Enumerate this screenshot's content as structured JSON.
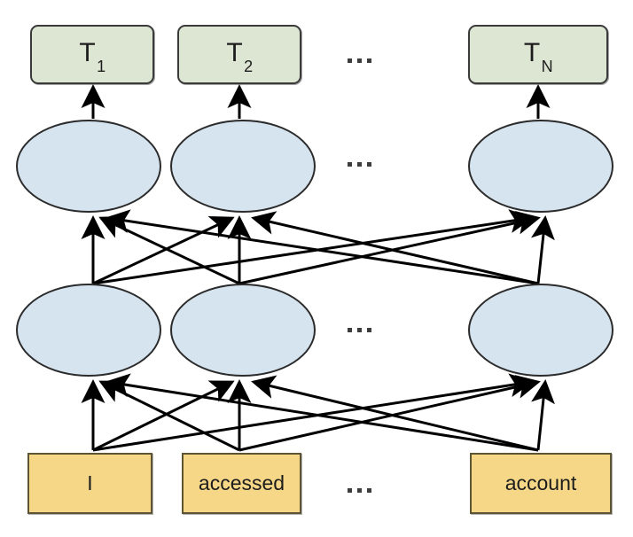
{
  "diagram": {
    "title": "Bidirectional language model token encoder diagram",
    "background_color": "#ffffff",
    "colors": {
      "output_fill": "#dde5d3",
      "output_border": "#3a3a3a",
      "hidden_fill": "#d6e4f0",
      "hidden_border": "#2b2b2b",
      "token_fill": "#f5d787",
      "token_border": "#5c5433",
      "edge_color": "#000000",
      "ellipsis_color": "#3d3d3d"
    },
    "layers": [
      {
        "name": "output-layer",
        "shape": "rounded-rect",
        "nodes": [
          {
            "id": "T1",
            "base": "T",
            "subscript": "1",
            "label": "T1"
          },
          {
            "id": "T2",
            "base": "T",
            "subscript": "2",
            "label": "T2"
          },
          {
            "id": "TN",
            "base": "T",
            "subscript": "N",
            "label": "TN"
          }
        ]
      },
      {
        "name": "hidden-layer-2",
        "shape": "ellipse",
        "nodes": [
          {
            "id": "h2-1",
            "label": ""
          },
          {
            "id": "h2-2",
            "label": ""
          },
          {
            "id": "h2-n",
            "label": ""
          }
        ]
      },
      {
        "name": "hidden-layer-1",
        "shape": "ellipse",
        "nodes": [
          {
            "id": "h1-1",
            "label": ""
          },
          {
            "id": "h1-2",
            "label": ""
          },
          {
            "id": "h1-n",
            "label": ""
          }
        ]
      },
      {
        "name": "input-layer",
        "shape": "rect",
        "nodes": [
          {
            "id": "tok1",
            "label": "I"
          },
          {
            "id": "tok2",
            "label": "accessed"
          },
          {
            "id": "tokN",
            "label": "account"
          }
        ]
      }
    ],
    "ellipses": [
      {
        "name": "output-layer-ellipsis",
        "dots": 3
      },
      {
        "name": "hidden-layer-2-ellipsis",
        "dots": 3
      },
      {
        "name": "hidden-layer-1-ellipsis",
        "dots": 3
      },
      {
        "name": "input-layer-ellipsis",
        "dots": 3
      }
    ],
    "connections": {
      "output_from_hidden2": "one-to-one vertical arrows",
      "hidden2_from_hidden1": "fully connected arrows",
      "hidden1_from_input": "fully connected arrows"
    }
  }
}
